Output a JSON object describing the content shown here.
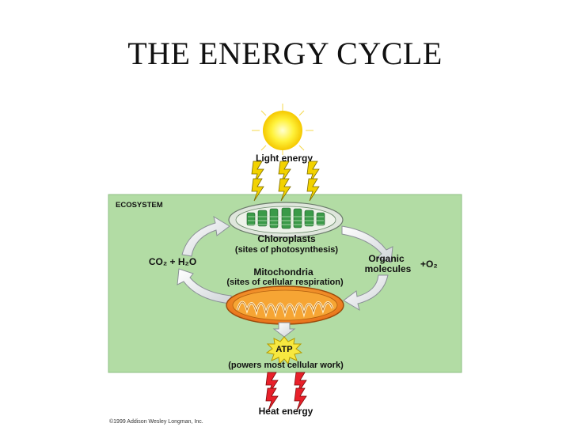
{
  "slide": {
    "title": "THE ENERGY CYCLE"
  },
  "diagram": {
    "light_energy": "Light energy",
    "ecosystem": "ECOSYSTEM",
    "chloroplasts": "Chloroplasts",
    "chloroplasts_sub": "(sites of photosynthesis)",
    "co2_h2o": "CO₂ + H₂O",
    "organic_line1": "Organic",
    "organic_line2": "molecules",
    "o2": "+O₂",
    "mitochondria": "Mitochondria",
    "mitochondria_sub": "(sites of cellular respiration)",
    "atp": "ATP",
    "atp_sub": "(powers most cellular work)",
    "heat_energy": "Heat energy",
    "copyright": "©1999 Addison Wesley Longman, Inc.",
    "colors": {
      "ecosystem_fill": "#b2dca4",
      "sun": "#ffe83a",
      "bolt": "#f0d000",
      "heat_bolt": "#e8202a",
      "mitochondrion": "#f08a1c",
      "chloroplast": "#3a9a48"
    }
  }
}
